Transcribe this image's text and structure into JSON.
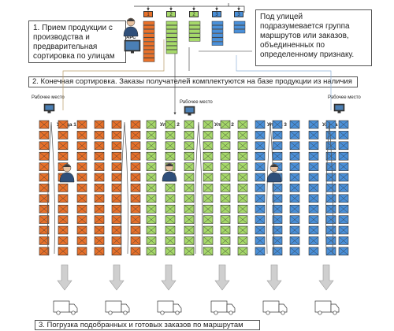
{
  "boxes": {
    "receive": "1. Прием продукции с производства и предварительная сортировка по улицам",
    "definition": "Под улицей подразумевается группа маршрутов или заказов, объединенных по определенному признаку.",
    "final_sort": "2. Конечная сортировка. Заказы получателей комплектуются на базе продукции из наличия",
    "loading": "3. Погрузка подобранных и готовых заказов по маршрутам"
  },
  "operator_label": "АРС",
  "workplace_label": "Рабочее место",
  "streets": [
    {
      "label": "Улица 1",
      "color": "#e8712a"
    },
    {
      "label": "Улица 2",
      "color": "#a6d96a"
    },
    {
      "label": "Улица 3",
      "color": "#4a90d9"
    }
  ],
  "chute_numbers": [
    "1",
    "2",
    "2",
    "3",
    "3"
  ],
  "colors": {
    "orange": "#e8712a",
    "green": "#a6d96a",
    "blue": "#4a90d9",
    "arrow": "#cfcfcf"
  }
}
